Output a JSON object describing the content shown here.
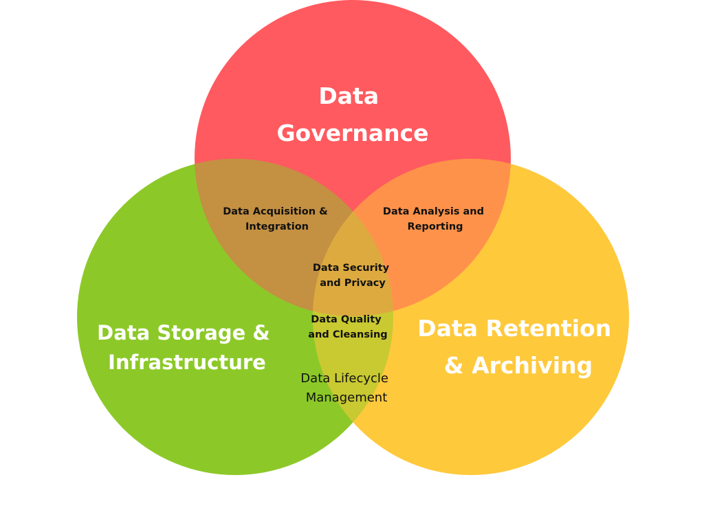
{
  "colors": {
    "governance": "#FF5A5F",
    "storage": "#8CC928",
    "retention": "#FFC93C",
    "overlap_governance_storage": "#C49042",
    "overlap_governance_retention": "#FF924A",
    "overlap_storage_retention": "#C9C932",
    "overlap_all": "#DDAA40",
    "label_light": "#FFFFFF",
    "label_dark": "#111111"
  },
  "circles": {
    "governance": {
      "label_lines": [
        "Data",
        "Governance"
      ]
    },
    "storage": {
      "label_lines": [
        "Data Storage &",
        "Infrastructure"
      ]
    },
    "retention": {
      "label_lines": [
        "Data Retention",
        "& Archiving"
      ]
    }
  },
  "overlaps": {
    "governance_storage": {
      "label_lines": [
        "Data Acquisition &",
        "Integration"
      ]
    },
    "governance_retention": {
      "label_lines": [
        "Data Analysis and",
        "Reporting"
      ]
    },
    "center_upper": {
      "label_lines": [
        "Data Security",
        "and Privacy"
      ]
    },
    "center_lower": {
      "label_lines": [
        "Data Quality",
        "and Cleansing"
      ]
    },
    "storage_retention": {
      "label_lines": [
        "Data Lifecycle",
        "Management"
      ]
    }
  }
}
